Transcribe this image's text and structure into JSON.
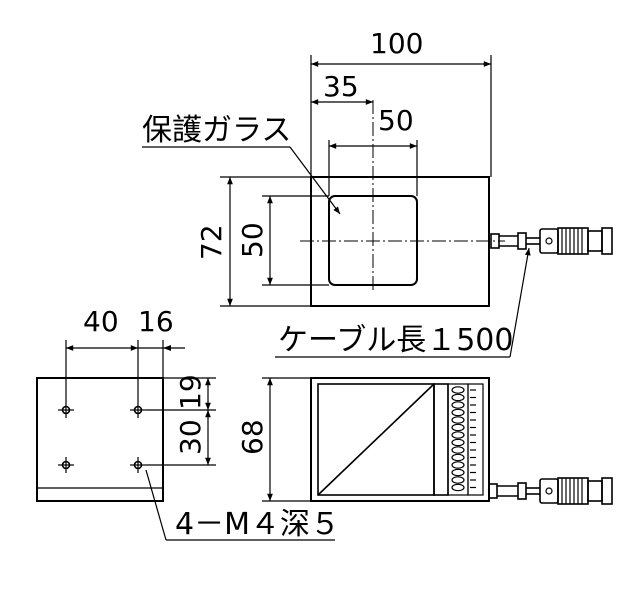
{
  "top_view": {
    "width_dim": "100",
    "offset_dim": "35",
    "window_width_dim": "50",
    "height_dim": "72",
    "window_height_dim": "50",
    "glass_label": "保護ガラス",
    "cable_label": "ケーブル長１500"
  },
  "side_view": {
    "hole_spacing_x_dim": "40",
    "hole_edge_x_dim": "16",
    "hole_edge_y_dim": "19",
    "hole_spacing_y_dim": "30",
    "hole_callout": "4－M４深５"
  },
  "front_view": {
    "height_dim": "68"
  }
}
